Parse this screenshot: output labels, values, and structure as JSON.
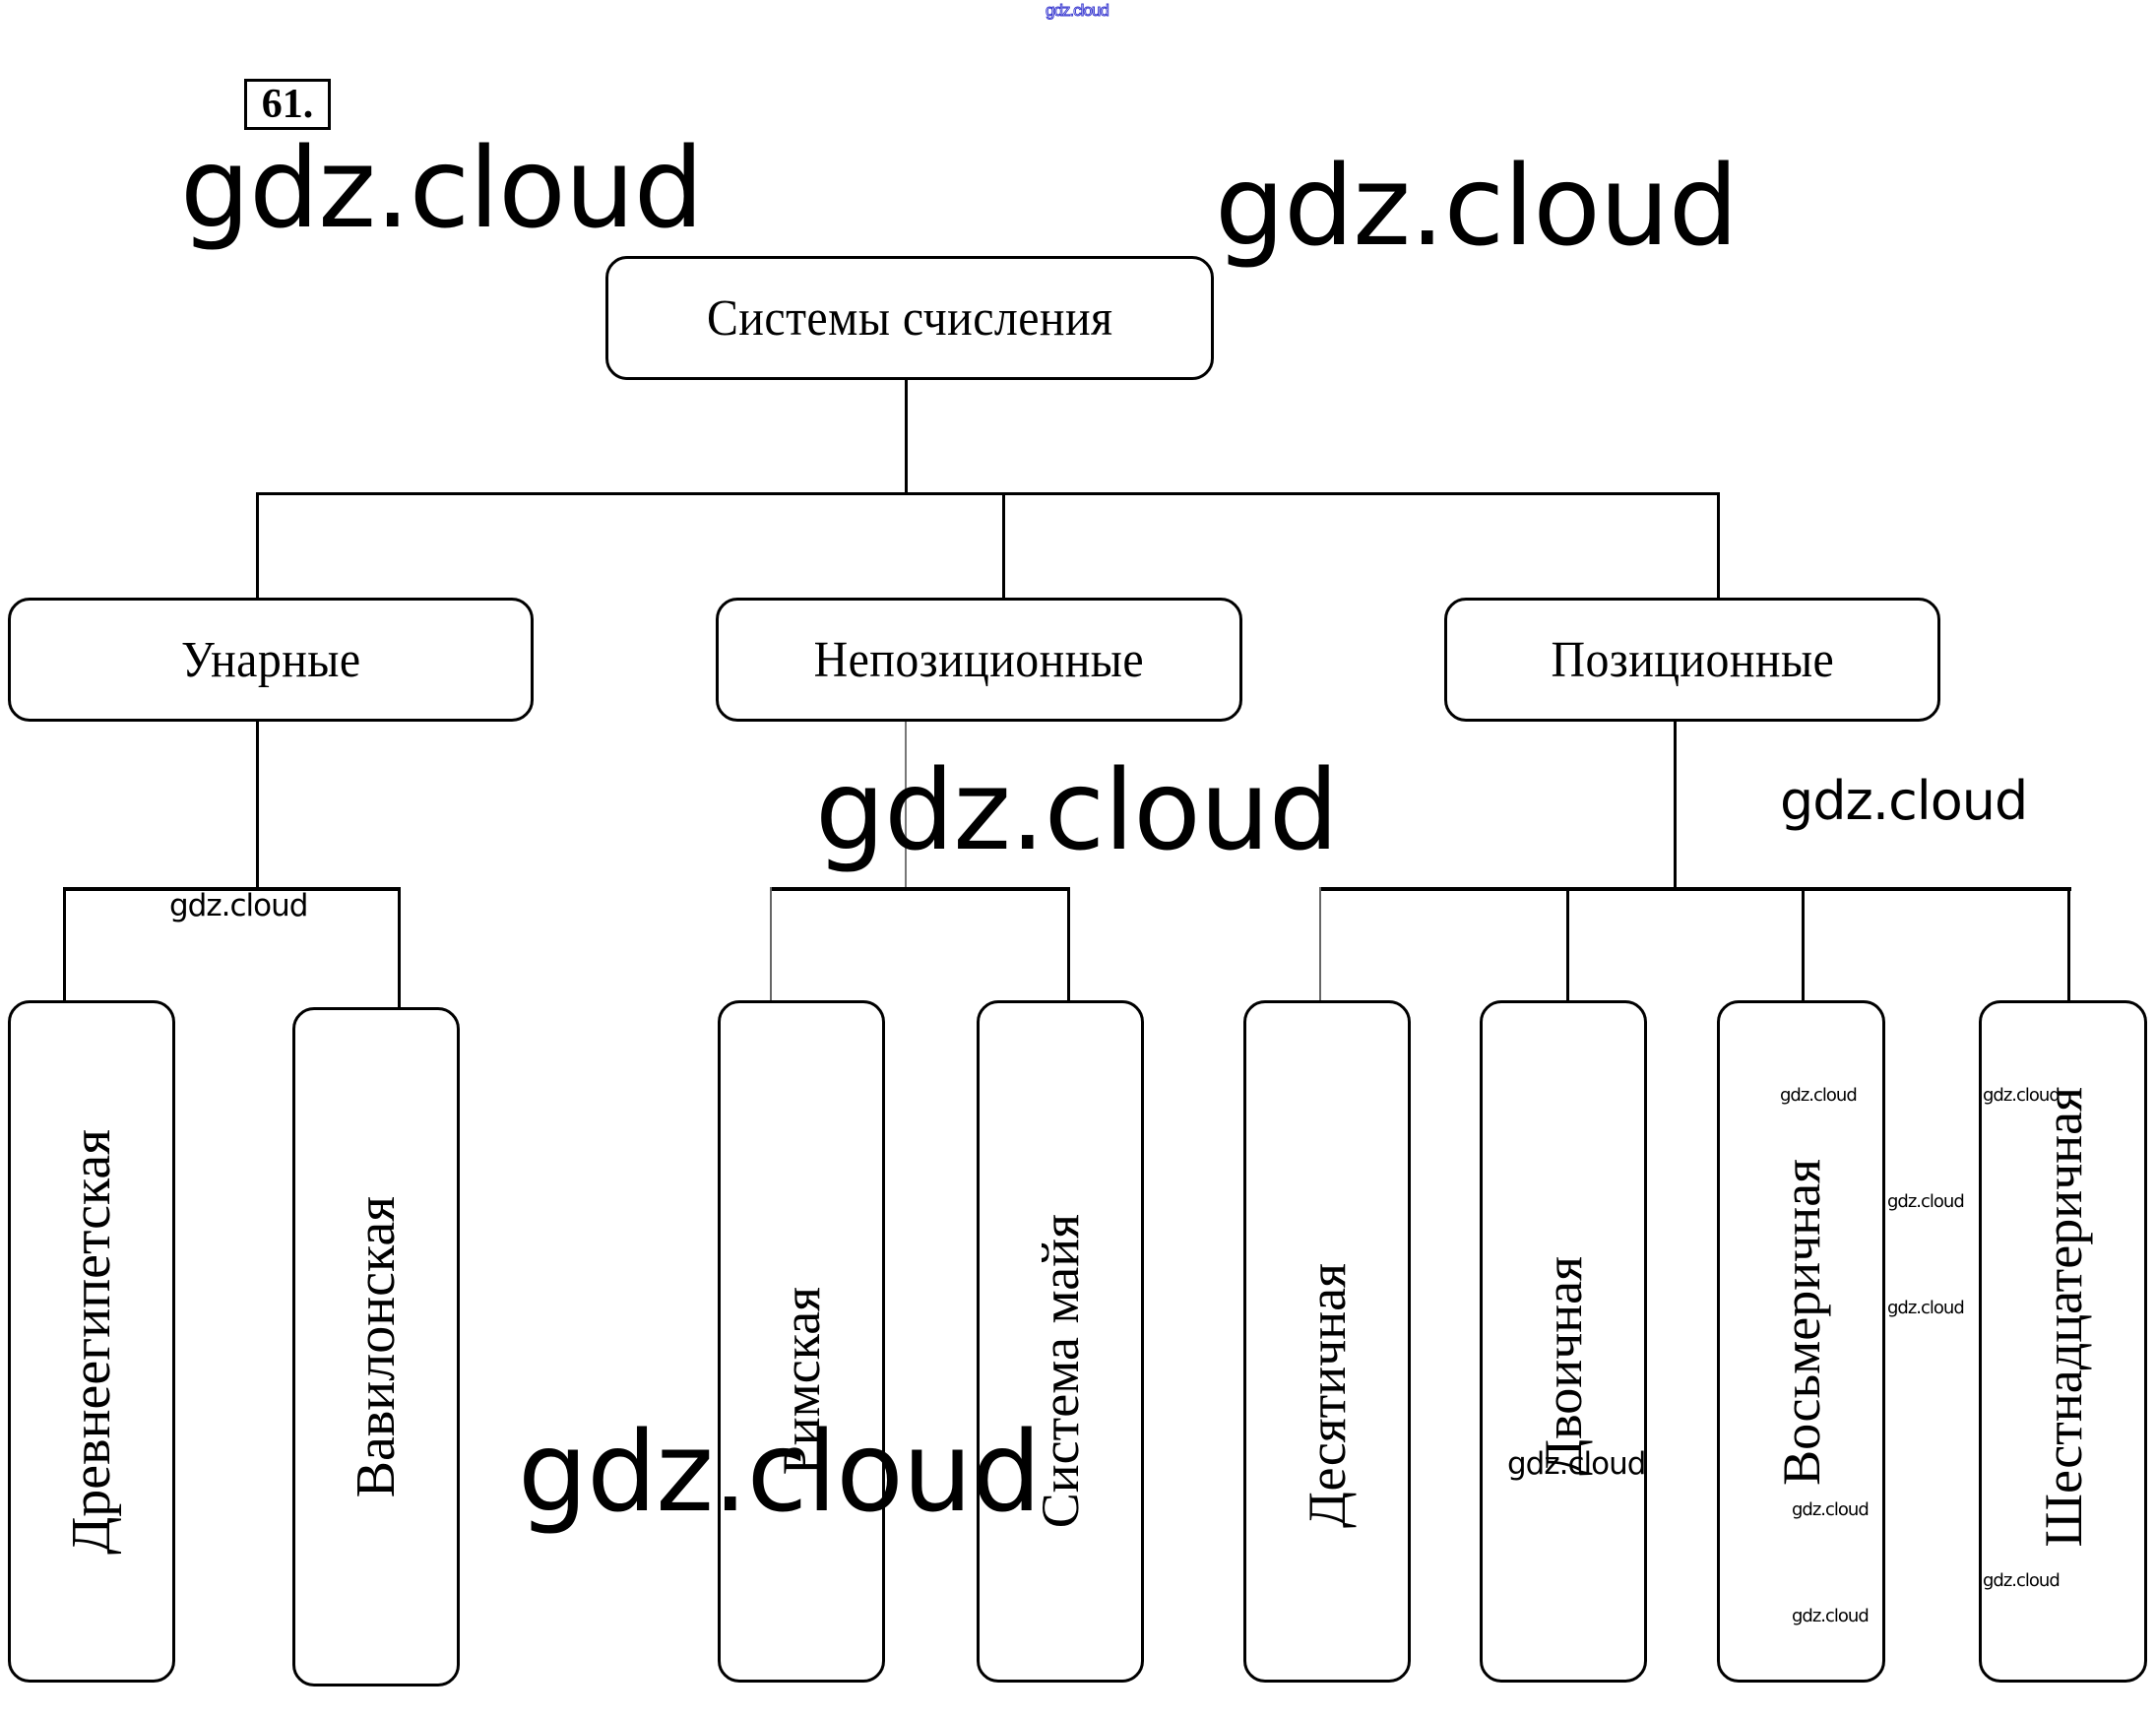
{
  "exercise_number": "61.",
  "diagram": {
    "root": {
      "label": "Системы счисления"
    },
    "categories": [
      {
        "label": "Унарные",
        "children": [
          "Древнеегипетская",
          "Вавилонская"
        ]
      },
      {
        "label": "Непозиционные",
        "children": [
          "Римская",
          "Система майя"
        ]
      },
      {
        "label": "Позиционные",
        "children": [
          "Десятичная",
          "Двоичная",
          "Восьмеричная",
          "Шестнадцатеричная"
        ]
      }
    ]
  },
  "watermark": {
    "text": "gdz.cloud",
    "color": "#3a3ad0"
  }
}
